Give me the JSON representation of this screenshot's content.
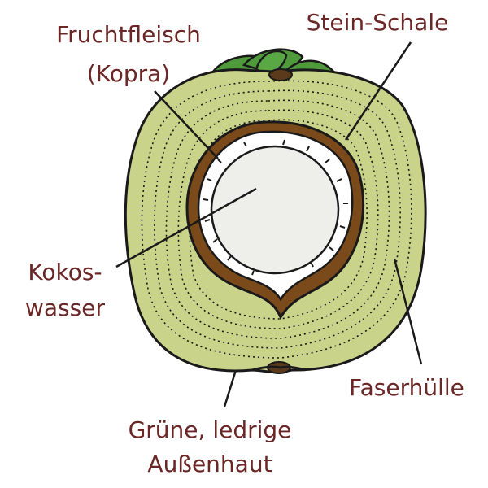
{
  "labels": {
    "fruchtfleisch_line1": "Fruchtfleisch",
    "fruchtfleisch_line2": "(Kopra)",
    "stein_schale": "Stein-Schale",
    "kokos_line1": "Kokos-",
    "kokos_line2": "wasser",
    "faserhuelle": "Faserhülle",
    "aussenhaut_line1": "Grüne, ledrige",
    "aussenhaut_line2": "Außenhaut"
  },
  "colors": {
    "label_text": "#6b2626",
    "fiber_husk": "#c9d38a",
    "shell": "#7a4a1a",
    "copra": "#ffffff",
    "coconut_water": "#eeeeea",
    "calyx": "#4f9a3a",
    "stem_scar": "#5a3a1a",
    "outline": "#1a1a1a"
  }
}
